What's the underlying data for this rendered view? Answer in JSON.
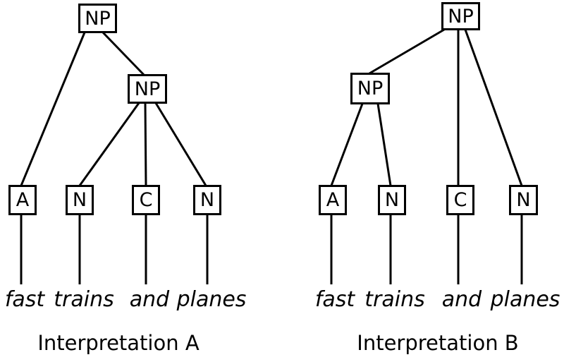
{
  "diagram": {
    "background_color": "#ffffff",
    "line_color": "#000000",
    "phrase": "fast trains and planes",
    "trees": [
      {
        "id": "A",
        "caption": "Interpretation A",
        "nodes": {
          "root": "NP",
          "inner": "NP",
          "leaf1": "A",
          "leaf2": "N",
          "leaf3": "C",
          "leaf4": "N"
        },
        "words": [
          "fast",
          "trains",
          "and",
          "planes"
        ],
        "structure_note": "root NP dominates A and inner NP; inner NP dominates N, C, N"
      },
      {
        "id": "B",
        "caption": "Interpretation B",
        "nodes": {
          "root": "NP",
          "inner": "NP",
          "leaf1": "A",
          "leaf2": "N",
          "leaf3": "C",
          "leaf4": "N"
        },
        "words": [
          "fast",
          "trains",
          "and",
          "planes"
        ],
        "structure_note": "root NP dominates inner NP, C, N; inner NP dominates A, N"
      }
    ]
  }
}
